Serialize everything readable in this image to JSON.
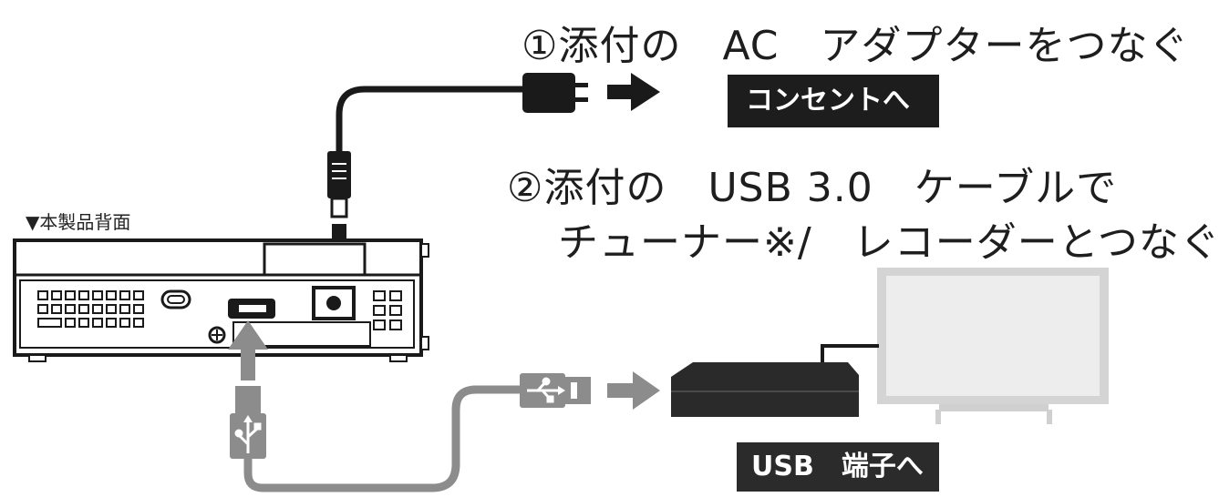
{
  "labels": {
    "rear_view": "▼本製品背面",
    "step1": "①添付の　AC　アダプターをつなぐ",
    "outlet_badge": "コンセントへ",
    "step2_line1": "②添付の　USB 3.0　ケーブルで",
    "step2_line2": "チューナー※/　レコーダーとつなぐ",
    "usb_badge": "USB　端子へ"
  },
  "colors": {
    "black_cable": "#1a1a1a",
    "usb_cable": "#8c8c8c",
    "device_outline": "#1a1a1a",
    "recorder": "#2a2a2a",
    "tv_frame": "#d4d4d4",
    "tv_screen": "#ededed",
    "badge_bg": "#1d1d1d",
    "badge_text": "#ffffff"
  },
  "icons": [
    "ac-plug-icon",
    "dc-plug-icon",
    "usb-symbol-icon",
    "arrow-right-icon",
    "arrow-down-icon",
    "arrow-up-icon"
  ]
}
